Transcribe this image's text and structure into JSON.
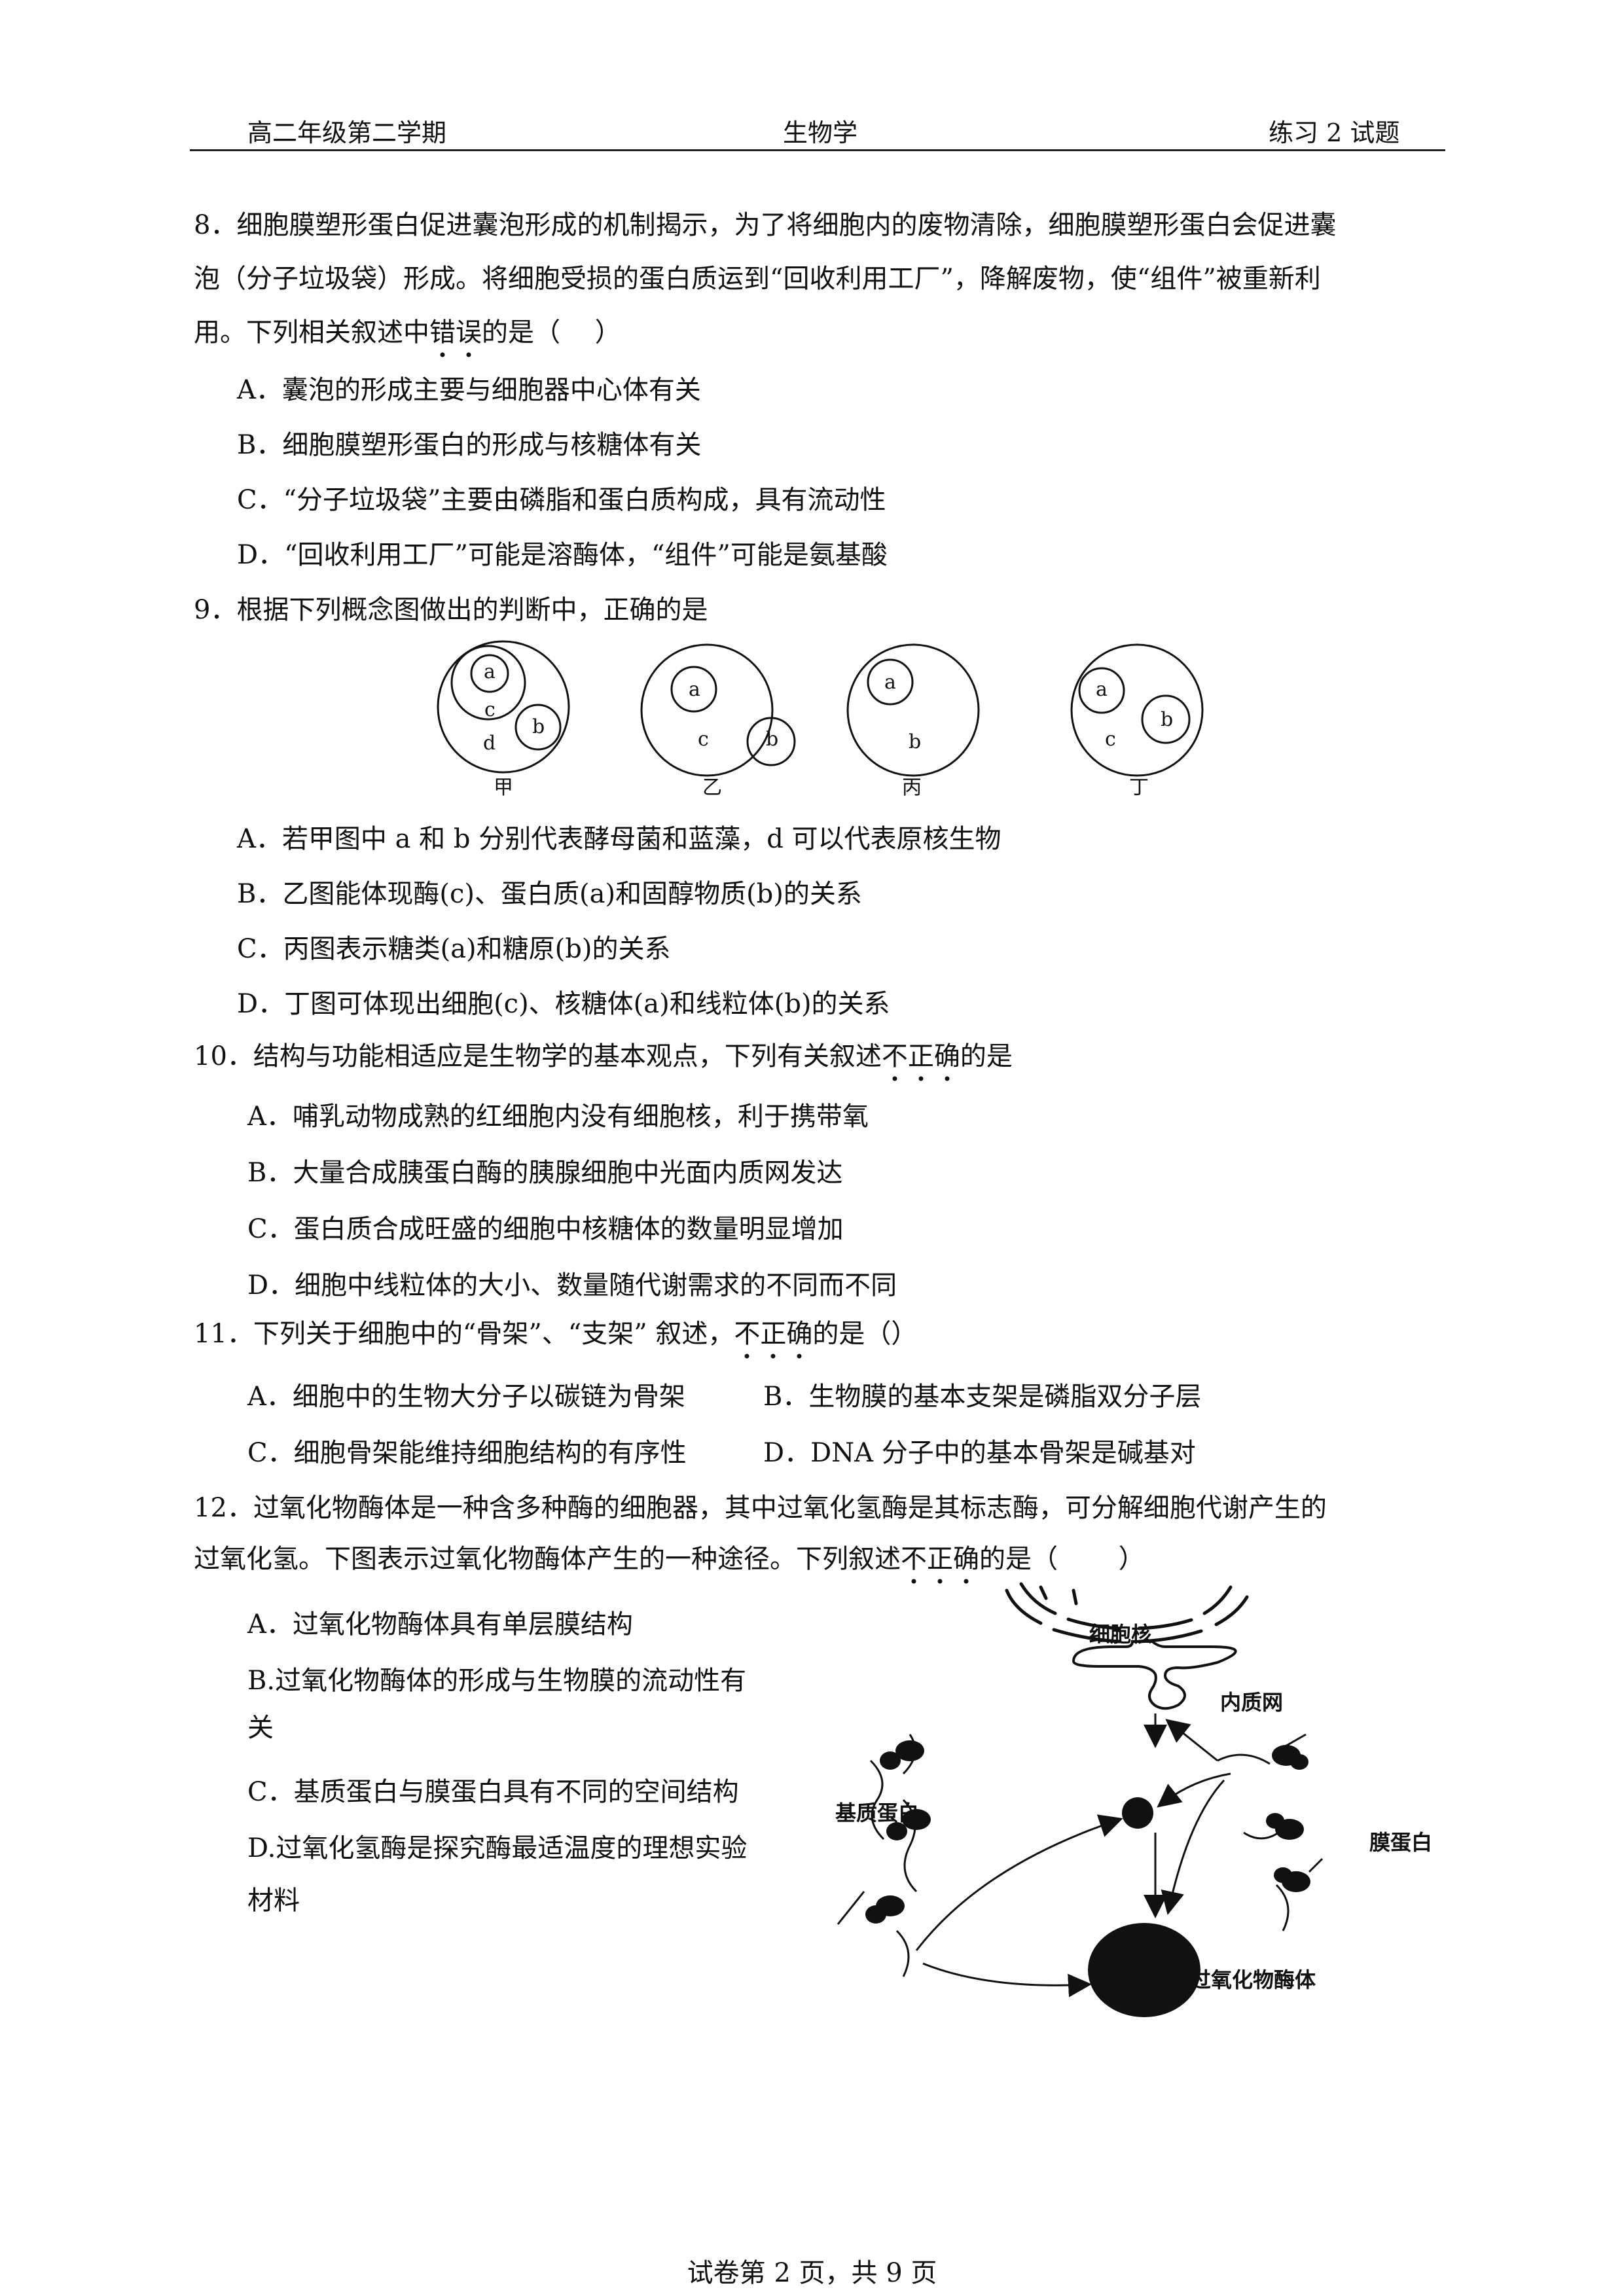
{
  "header": {
    "left": "高二年级第二学期",
    "center": "生物学",
    "right": "练习 2 试题"
  },
  "q8": {
    "line1": "8．细胞膜塑形蛋白促进囊泡形成的机制揭示，为了将细胞内的废物清除，细胞膜塑形蛋白会促进囊",
    "line2": "泡（分子垃圾袋）形成。将细胞受损的蛋白质运到“回收利用工厂”，降解废物，使“组件”被重新利",
    "line3_pre": "用。下列相关叙述中",
    "line3_emph": "错误",
    "line3_post": "的是（　 ）",
    "options": [
      "A．囊泡的形成主要与细胞器中心体有关",
      "B．细胞膜塑形蛋白的形成与核糖体有关",
      "C．“分子垃圾袋”主要由磷脂和蛋白质构成，具有流动性",
      "D．“回收利用工厂”可能是溶酶体，“组件”可能是氨基酸"
    ]
  },
  "q9": {
    "stem": "9．根据下列概念图做出的判断中，正确的是",
    "figures": [
      {
        "caption": "甲",
        "labels": [
          "a",
          "c",
          "b",
          "d"
        ]
      },
      {
        "caption": "乙",
        "labels": [
          "a",
          "c",
          "b"
        ]
      },
      {
        "caption": "丙",
        "labels": [
          "a",
          "b"
        ]
      },
      {
        "caption": "丁",
        "labels": [
          "a",
          "c",
          "b"
        ]
      }
    ],
    "options": [
      "A．若甲图中 a 和 b 分别代表酵母菌和蓝藻，d 可以代表原核生物",
      "B．乙图能体现酶(c)、蛋白质(a)和固醇物质(b)的关系",
      "C．丙图表示糖类(a)和糖原(b)的关系",
      "D．丁图可体现出细胞(c)、核糖体(a)和线粒体(b)的关系"
    ]
  },
  "q10": {
    "stem_pre": "10．结构与功能相适应是生物学的基本观点，下列有关叙述",
    "stem_emph": "不正确",
    "stem_post": "的是",
    "options": [
      "A．哺乳动物成熟的红细胞内没有细胞核，利于携带氧",
      "B．大量合成胰蛋白酶的胰腺细胞中光面内质网发达",
      "C．蛋白质合成旺盛的细胞中核糖体的数量明显增加",
      "D．细胞中线粒体的大小、数量随代谢需求的不同而不同"
    ]
  },
  "q11": {
    "stem_pre": "11．下列关于细胞中的“骨架”、“支架” 叙述，",
    "stem_emph": "不正确",
    "stem_post": "的是（）",
    "options": [
      "A．细胞中的生物大分子以碳链为骨架",
      "B．生物膜的基本支架是磷脂双分子层",
      "C．细胞骨架能维持细胞结构的有序性",
      "D．DNA 分子中的基本骨架是碱基对"
    ]
  },
  "q12": {
    "line1": "12．过氧化物酶体是一种含多种酶的细胞器，其中过氧化氢酶是其标志酶，可分解细胞代谢产生的",
    "line2_pre": "过氧化氢。下图表示过氧化物酶体产生的一种途径。下列叙述",
    "line2_emph": "不正确",
    "line2_post": "的是（　　 ）",
    "options": [
      "A．过氧化物酶体具有单层膜结构",
      "B.过氧化物酶体的形成与生物膜的流动性有",
      "关",
      "C．基质蛋白与膜蛋白具有不同的空间结构",
      "D.过氧化氢酶是探究酶最适温度的理想实验",
      "材料"
    ],
    "diagram": {
      "nucleus": "细胞核",
      "er": "内质网",
      "matrix_protein": "基质蛋白",
      "membrane_protein": "膜蛋白",
      "peroxisome": "过氧化物酶体"
    }
  },
  "footer": "试卷第 2 页，共 9 页"
}
